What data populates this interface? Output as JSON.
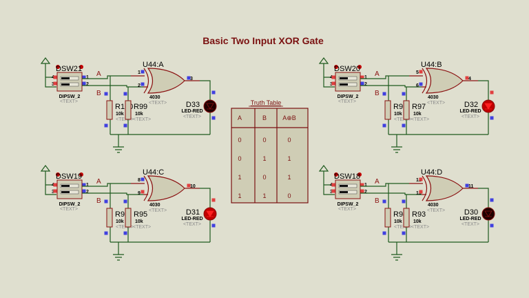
{
  "title": "Basic Two Input XOR Gate",
  "colors": {
    "background": "#dfdfcf",
    "component_outline": "#8a1010",
    "component_fill": "#cfcdb5",
    "wire": "#1e5a1e",
    "title": "#7a1010",
    "pin_red": "#e04040",
    "pin_blue": "#4040e0",
    "led_on": "#c00000",
    "led_off": "#200000"
  },
  "truth_table": {
    "title": "Truth Table",
    "headers": [
      "A",
      "B",
      "A⊕B"
    ],
    "rows": [
      [
        "0",
        "0",
        "0"
      ],
      [
        "0",
        "1",
        "1"
      ],
      [
        "1",
        "0",
        "1"
      ],
      [
        "1",
        "1",
        "0"
      ]
    ]
  },
  "circuits": [
    {
      "switch": {
        "name": "DSW21",
        "type": "DIPSW_2",
        "text": "<TEXT>",
        "pins": [
          "4",
          "3",
          "1",
          "2"
        ],
        "on_off": [
          "OFF",
          "ON"
        ]
      },
      "gate": {
        "name": "U44:A",
        "type": "4030",
        "text": "<TEXT>",
        "in1": "1",
        "in2": "2",
        "out": "3"
      },
      "r1": {
        "name": "R100",
        "value": "10k",
        "text": "<TEXT>"
      },
      "r2": {
        "name": "R99",
        "value": "10k",
        "text": "<TEXT>"
      },
      "led": {
        "name": "D33",
        "type": "LED-RED",
        "text": "<TEXT>",
        "lit": false
      },
      "labels": {
        "a": "A",
        "b": "B"
      }
    },
    {
      "switch": {
        "name": "DSW20",
        "type": "DIPSW_2",
        "text": "<TEXT>",
        "pins": [
          "4",
          "3",
          "1",
          "2"
        ],
        "on_off": [
          "OFF",
          "ON"
        ]
      },
      "gate": {
        "name": "U44:B",
        "type": "4030",
        "text": "<TEXT>",
        "in1": "5",
        "in2": "6",
        "out": "4"
      },
      "r1": {
        "name": "R98",
        "value": "10k",
        "text": "<TEXT>"
      },
      "r2": {
        "name": "R97",
        "value": "10k",
        "text": "<TEXT>"
      },
      "led": {
        "name": "D32",
        "type": "LED-RED",
        "text": "<TEXT>",
        "lit": true
      },
      "labels": {
        "a": "A",
        "b": "B"
      }
    },
    {
      "switch": {
        "name": "DSW19",
        "type": "DIPSW_2",
        "text": "<TEXT>",
        "pins": [
          "4",
          "3",
          "1",
          "2"
        ],
        "on_off": [
          "OFF",
          "ON"
        ]
      },
      "gate": {
        "name": "U44:C",
        "type": "4030",
        "text": "<TEXT>",
        "in1": "8",
        "in2": "9",
        "out": "10"
      },
      "r1": {
        "name": "R96",
        "value": "10k",
        "text": "<TEXT>"
      },
      "r2": {
        "name": "R95",
        "value": "10k",
        "text": "<TEXT>"
      },
      "led": {
        "name": "D31",
        "type": "LED-RED",
        "text": "<TEXT>",
        "lit": true
      },
      "labels": {
        "a": "A",
        "b": "B"
      }
    },
    {
      "switch": {
        "name": "DSW18",
        "type": "DIPSW_2",
        "text": "<TEXT>",
        "pins": [
          "4",
          "3",
          "1",
          "2"
        ],
        "on_off": [
          "OFF",
          "ON"
        ]
      },
      "gate": {
        "name": "U44:D",
        "type": "4030",
        "text": "<TEXT>",
        "in1": "12",
        "in2": "13",
        "out": "11"
      },
      "r1": {
        "name": "R94",
        "value": "10k",
        "text": "<TEXT>"
      },
      "r2": {
        "name": "R93",
        "value": "10k",
        "text": "<TEXT>"
      },
      "led": {
        "name": "D30",
        "type": "LED-RED",
        "text": "<TEXT>",
        "lit": false
      },
      "labels": {
        "a": "A",
        "b": "B"
      }
    }
  ]
}
